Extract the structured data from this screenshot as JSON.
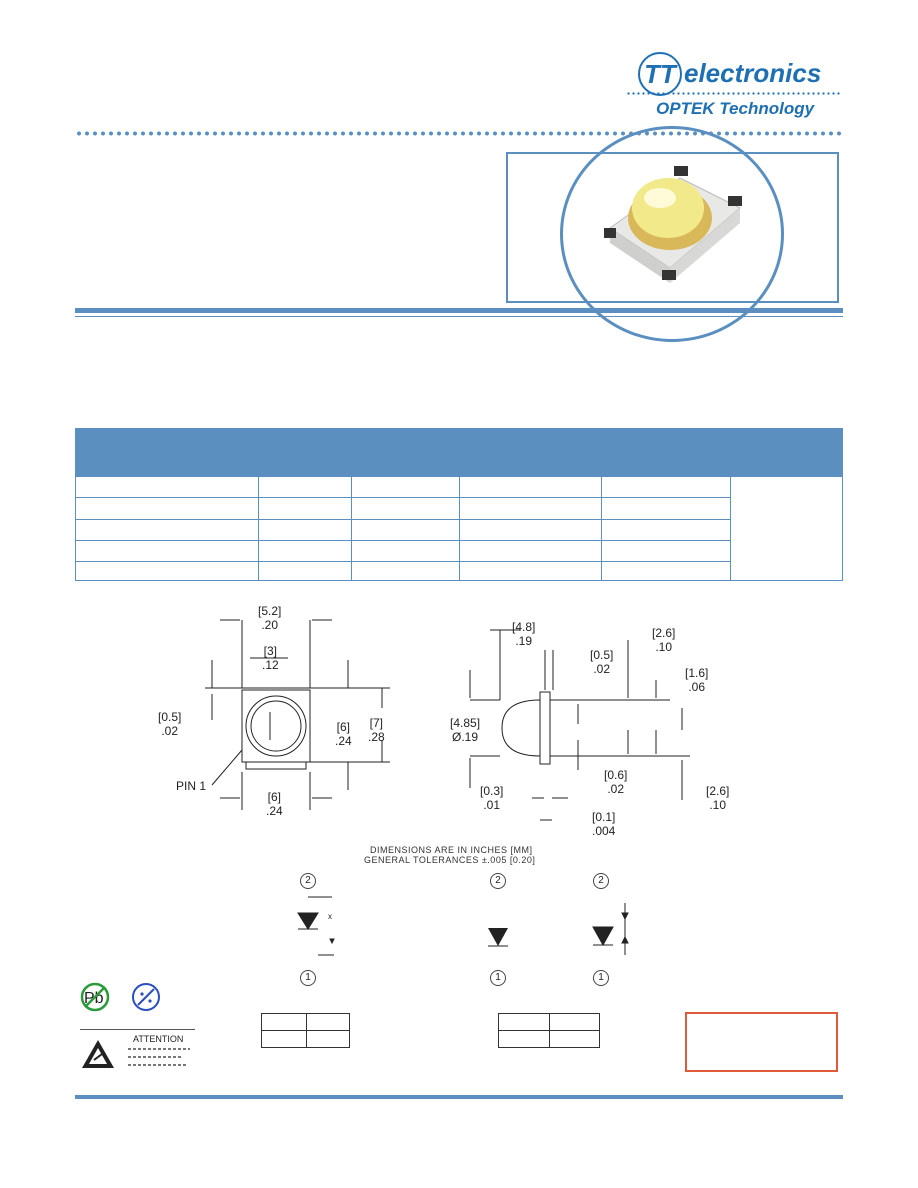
{
  "logo": {
    "mark": "TT",
    "word": "electronics",
    "sub": "OPTEK Technology",
    "color": "#1f6fb3"
  },
  "accent_color": "#5a8fc0",
  "dimensions": {
    "d1": [
      "[5.2]",
      ".20"
    ],
    "d2": [
      "[3]",
      ".12"
    ],
    "d3": [
      "[0.5]",
      ".02"
    ],
    "d4": [
      "[6]",
      ".24"
    ],
    "d5": [
      "[7]",
      ".28"
    ],
    "d6": [
      "[6]",
      ".24"
    ],
    "pin1": "PIN 1",
    "s1": [
      "[4.8]",
      ".19"
    ],
    "s2": [
      "[0.5]",
      ".02"
    ],
    "s3": [
      "[2.6]",
      ".10"
    ],
    "s4": [
      "[1.6]",
      ".06"
    ],
    "s5": [
      "[4.85]",
      "Ø.19"
    ],
    "s6": [
      "[0.6]",
      ".02"
    ],
    "s7": [
      "[0.3]",
      ".01"
    ],
    "s8": [
      "[0.1]",
      ".004"
    ],
    "s9": [
      "[2.6]",
      ".10"
    ]
  },
  "notes": {
    "line1": "DIMENSIONS ARE IN INCHES [MM]",
    "line2": "GENERAL TOLERANCES ±.005 [0.20]"
  },
  "pins": {
    "top": "2",
    "bottom": "1"
  },
  "badges": {
    "pb": "Pb",
    "attention": "ATTENTION"
  }
}
